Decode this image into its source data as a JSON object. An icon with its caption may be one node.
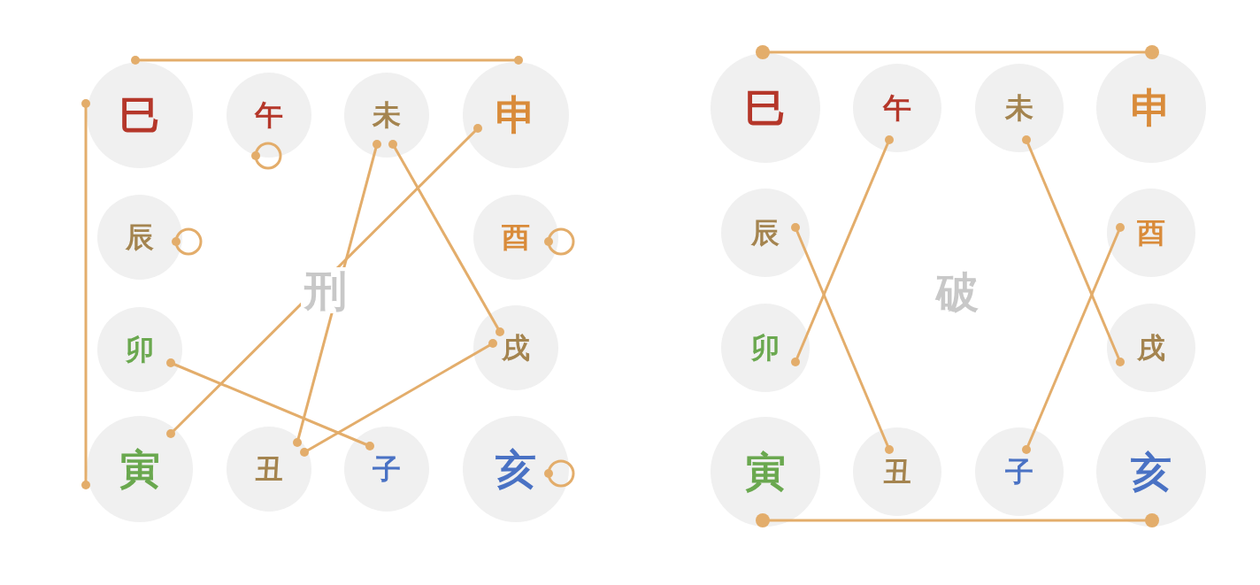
{
  "diagram": {
    "nodes": [
      {
        "text": [
          "巳"
        ]
      },
      {
        "text": [
          "午"
        ]
      },
      {
        "text": [
          "未"
        ]
      },
      {
        "text": [
          "申"
        ]
      },
      {
        "text": [
          "辰"
        ]
      },
      {
        "text": [
          "酉"
        ]
      },
      {
        "text": [
          "卯"
        ]
      },
      {
        "text": [
          "戌"
        ]
      },
      {
        "text": [
          "寅"
        ]
      },
      {
        "text": [
          "丑"
        ]
      },
      {
        "text": [
          "子"
        ]
      },
      {
        "text": [
          "亥"
        ]
      },
      {
        "text": [
          "巳"
        ]
      },
      {
        "text": [
          "午"
        ]
      },
      {
        "text": [
          "未"
        ]
      },
      {
        "text": [
          "申"
        ]
      },
      {
        "text": [
          "辰"
        ]
      },
      {
        "text": [
          "酉"
        ]
      },
      {
        "text": [
          "卯"
        ]
      },
      {
        "text": [
          "戌"
        ]
      },
      {
        "text": [
          "寅"
        ]
      },
      {
        "text": [
          "丑"
        ]
      },
      {
        "text": [
          "子"
        ]
      },
      {
        "text": [
          "亥"
        ]
      }
    ],
    "edges": [
      {
        "from": 8,
        "to": 0,
        "arrow": "other"
      },
      {
        "from": 0,
        "to": 3,
        "arrow": "other"
      },
      {
        "from": 3,
        "to": 8,
        "arrow": "other"
      },
      {
        "from": 2,
        "to": 9,
        "arrow": "other"
      },
      {
        "from": 2,
        "to": 7,
        "arrow": "other"
      },
      {
        "from": 7,
        "to": 9,
        "arrow": "other"
      },
      {
        "from": 6,
        "to": 10,
        "arrow": "other"
      },
      {
        "from": 1,
        "to": 1,
        "arrow": "other"
      },
      {
        "from": 4,
        "to": 4,
        "arrow": "other"
      },
      {
        "from": 5,
        "to": 5,
        "arrow": "other"
      },
      {
        "from": 11,
        "to": 11,
        "arrow": "other"
      },
      {
        "from": 12,
        "to": 15,
        "arrow": "other"
      },
      {
        "from": 20,
        "to": 23,
        "arrow": "other"
      },
      {
        "from": 13,
        "to": 18,
        "arrow": "other"
      },
      {
        "from": 16,
        "to": 21,
        "arrow": "other"
      },
      {
        "from": 14,
        "to": 19,
        "arrow": "other"
      },
      {
        "from": 17,
        "to": 22,
        "arrow": "other"
      }
    ],
    "labels": [
      "刑",
      "破"
    ]
  }
}
